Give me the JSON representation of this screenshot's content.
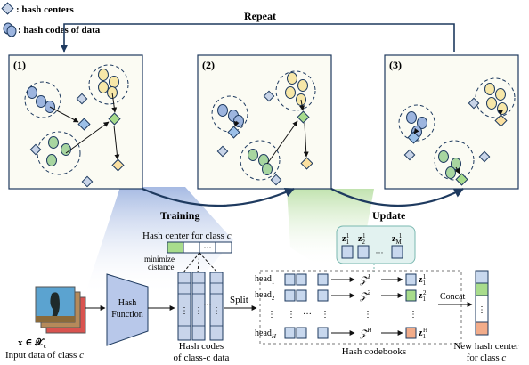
{
  "legend": {
    "centers_label": ": hash centers",
    "codes_label": ": hash codes of data"
  },
  "loop": {
    "repeat_label": "Repeat",
    "training_label": "Training",
    "update_label": "Update"
  },
  "panels": [
    {
      "label": "(1)"
    },
    {
      "label": "(2)"
    },
    {
      "label": "(3)"
    }
  ],
  "pipeline": {
    "input_math": "x ∈ 𝒳",
    "input_math_sub": "c",
    "input_caption_prefix": "Input data of class ",
    "input_caption_var": "c",
    "hash_function_line1": "Hash",
    "hash_function_line2": "Function",
    "hash_center_title_prefix": "Hash center for class ",
    "hash_center_title_var": "c",
    "minimize_line1": "minimize",
    "minimize_line2": "distance",
    "center_cells": [
      "",
      "",
      "···",
      ""
    ],
    "codes_col_dots": [
      "⋮",
      "⋮",
      "⋮"
    ],
    "codes_mid_dots": "···",
    "codes_caption_line1": "Hash codes",
    "codes_caption_line2": "of class-c data",
    "split_label": "Split",
    "heads": [
      {
        "label": "head",
        "sub": "1",
        "set": "𝒵",
        "sup": "1",
        "out": "z",
        "out_sub": "1",
        "out_sup": "1"
      },
      {
        "label": "head",
        "sub": "2",
        "set": "𝒵",
        "sup": "2",
        "out": "z",
        "out_sub": "1",
        "out_sup": "2"
      },
      {
        "label": "head",
        "sub": "H",
        "set": "𝒵",
        "sup": "H",
        "out": "z",
        "out_sub": "1",
        "out_sup": "H"
      }
    ],
    "ellipsis_h": "···",
    "ellipsis_v": "⋮",
    "codebook_top": [
      {
        "name": "z",
        "sub": "1",
        "sup": "1"
      },
      {
        "name": "z",
        "sub": "2",
        "sup": "1"
      },
      {
        "name": "z",
        "sub": "M",
        "sup": "1"
      }
    ],
    "codebook_top_dots": "···",
    "codebooks_caption": "Hash codebooks",
    "concat_label": "Concat",
    "new_center_caption_line1": "New hash center",
    "new_center_caption_line2_prefix": "for class ",
    "new_center_caption_var": "c"
  },
  "colors": {
    "blue_code": "#9db5df",
    "yellow_code": "#f7e7a8",
    "green_code": "#a8d6a0",
    "center_blue": "#9cc0e8",
    "center_green": "#a8dc8c",
    "center_yellow": "#fbe0a0",
    "center_gray": "#c8d4e8",
    "panel_bg": "#fbfbf3",
    "arrow_dark": "#1e3a5f",
    "training_glow": "#7f9fd8",
    "update_glow": "#a8d98c",
    "orange_cell": "#f2ac8a"
  }
}
